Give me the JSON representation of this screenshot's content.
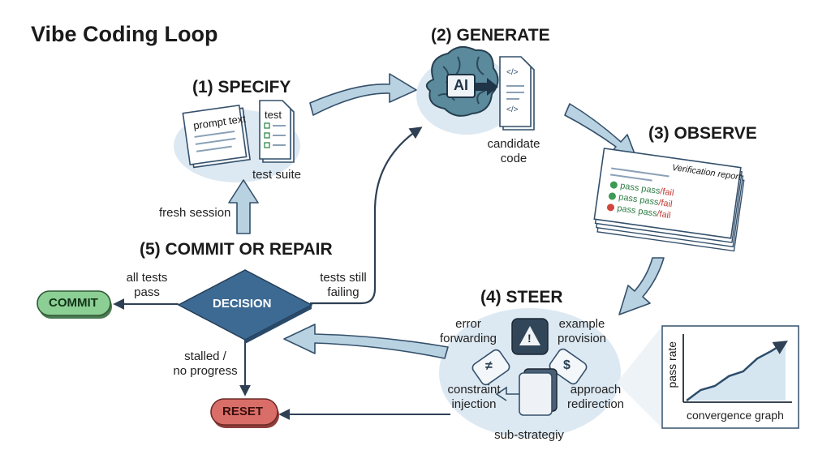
{
  "title": "Vibe Coding Loop",
  "stages": {
    "specify": "(1) SPECIFY",
    "generate": "(2) GENERATE",
    "observe": "(3) OBSERVE",
    "steer": "(4) STEER",
    "commit_or_repair": "(5) COMMIT OR REPAIR"
  },
  "specify": {
    "prompt_doc": "prompt text",
    "test_doc": "test",
    "test_suite": "test suite"
  },
  "generate": {
    "ai_chip": "AI",
    "code_tag_top": "</>",
    "code_tag_bottom": "</>",
    "candidate_line1": "candidate",
    "candidate_line2": "code"
  },
  "observe": {
    "report_title": "Verification report",
    "rows": [
      {
        "text": "pass pass",
        "tail": "/fail"
      },
      {
        "text": "pass pass",
        "tail": "/fail"
      },
      {
        "text": "pass pass",
        "tail": "/fail"
      }
    ]
  },
  "steer": {
    "error_line1": "error",
    "error_line2": "forwarding",
    "example_line1": "example",
    "example_line2": "provision",
    "constraint_line1": "constraint",
    "constraint_line2": "injection",
    "approach_line1": "approach",
    "approach_line2": "redirection",
    "sub_strategy": "sub-strategiy",
    "icon_warning": "!",
    "icon_dollar": "$",
    "icon_eq": "≠"
  },
  "graph": {
    "ylabel": "pass rate",
    "caption": "convergence graph",
    "points": [
      0,
      0.18,
      0.25,
      0.42,
      0.5,
      0.72,
      0.85,
      1.0
    ]
  },
  "decision": {
    "label": "DECISION",
    "fresh_session": "fresh session",
    "all_tests_line1": "all tests",
    "all_tests_line2": "pass",
    "tests_failing_line1": "tests still",
    "tests_failing_line2": "failing",
    "stalled_line1": "stalled /",
    "stalled_line2": "no progress",
    "commit": "COMMIT",
    "reset": "RESET"
  },
  "colors": {
    "ellipse": "#dde9f2",
    "arrow_fill": "#b9d2e1",
    "arrow_stroke": "#34506b",
    "diamond": "#3d6a93",
    "commit": "#8ccf94",
    "reset": "#d96d68"
  }
}
